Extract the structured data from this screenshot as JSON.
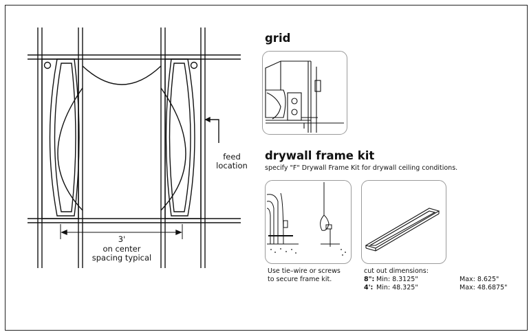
{
  "plan": {
    "feed_label": "feed\nlocation",
    "dim_value": "3'",
    "dim_note": "on center\nspacing typical"
  },
  "grid": {
    "title": "grid"
  },
  "drywall": {
    "title": "drywall frame kit",
    "subtitle": "specify \"F\" Drywall Frame Kit for drywall ceiling conditions.",
    "caption": "Use tie–wire or screws\nto secure frame kit.",
    "cutout_header": "cut out dimensions:",
    "rows": [
      {
        "size": "8\":",
        "min": "Min:  8.3125\"",
        "max": "Max: 8.625\""
      },
      {
        "size": "4':",
        "min": "Min:  48.325\"",
        "max": "Max: 48.6875\""
      }
    ]
  }
}
